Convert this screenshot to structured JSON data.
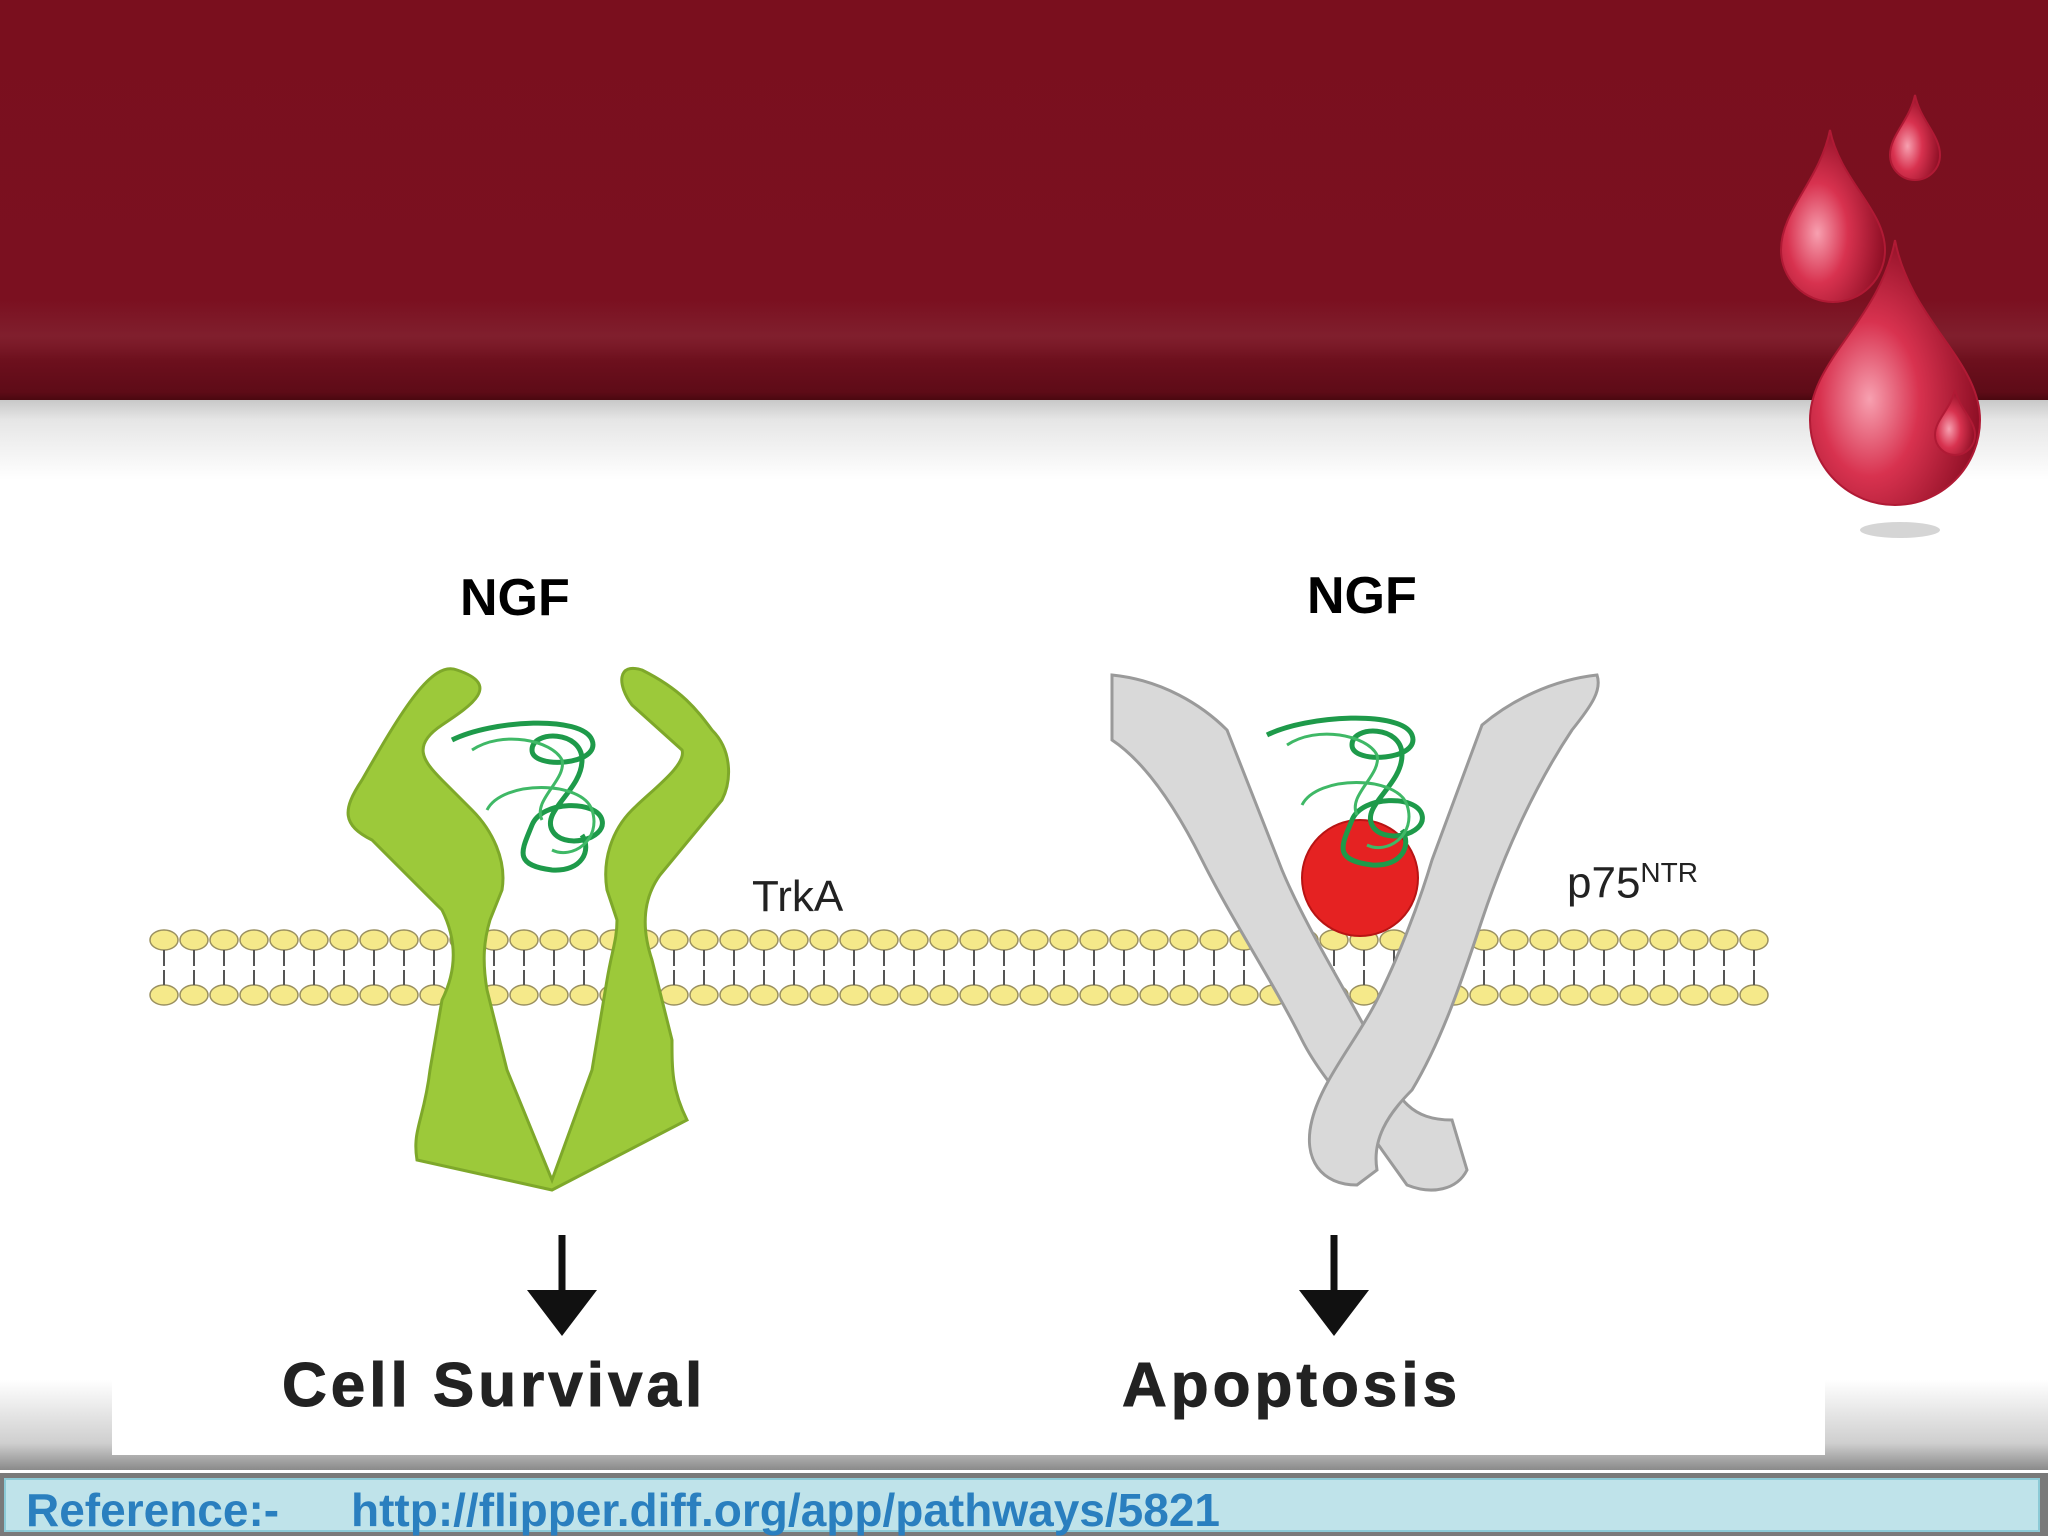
{
  "slide": {
    "colors": {
      "header": "#7a0f1e",
      "receptor_trka": "#9cc93a",
      "receptor_p75": "#d9d9d9",
      "ngf": "#1e9a4a",
      "bound_domain": "#e02020",
      "membrane": "#f5e98a"
    }
  },
  "diagram": {
    "left": {
      "ligand": "NGF",
      "receptor": "TrkA",
      "outcome": "Cell Survival"
    },
    "right": {
      "ligand": "NGF",
      "receptor": "p75",
      "receptor_superscript": "NTR",
      "outcome": "Apoptosis"
    }
  },
  "reference": {
    "label": "Reference:-",
    "url": "http://flipper.diff.org/app/pathways/5821"
  }
}
